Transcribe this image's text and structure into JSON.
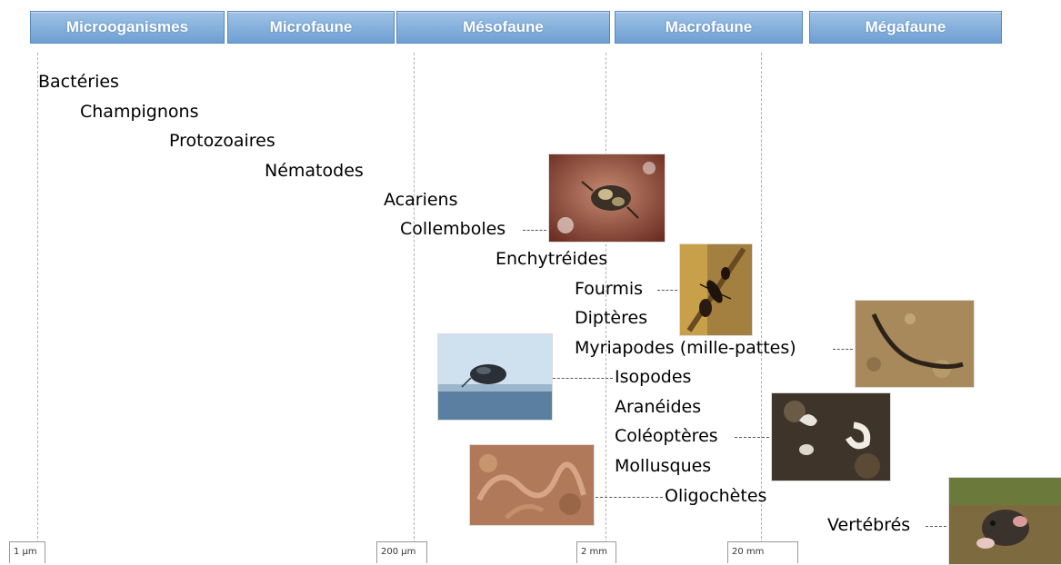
{
  "headers": [
    "Microoganismes",
    "Microfaune",
    "Mésofaune",
    "Macrofaune",
    "Mégafaune"
  ],
  "organisms": [
    "Bactéries",
    "Champignons",
    "Protozoaires",
    "Nématodes",
    "Acariens",
    "Collemboles",
    "Enchytréides",
    "Fourmis",
    "Diptères",
    "Myriapodes (mille-pattes)",
    "Isopodes",
    "Aranéides",
    "Coléoptères",
    "Mollusques",
    "Oligochètes",
    "Vertébrés"
  ],
  "scale_ticks": [
    "1 µm",
    "200 µm",
    "2 mm",
    "20 mm"
  ],
  "colors": {
    "header_top": "#9fc3e6",
    "header_bottom": "#6e9fd3",
    "header_text": "#ffffff"
  },
  "photos": [
    "collembole-photo",
    "fourmi-photo",
    "myriapode-photo",
    "isopode-photo",
    "coleoptere-photo",
    "oligochete-photo",
    "vertebre-photo"
  ]
}
